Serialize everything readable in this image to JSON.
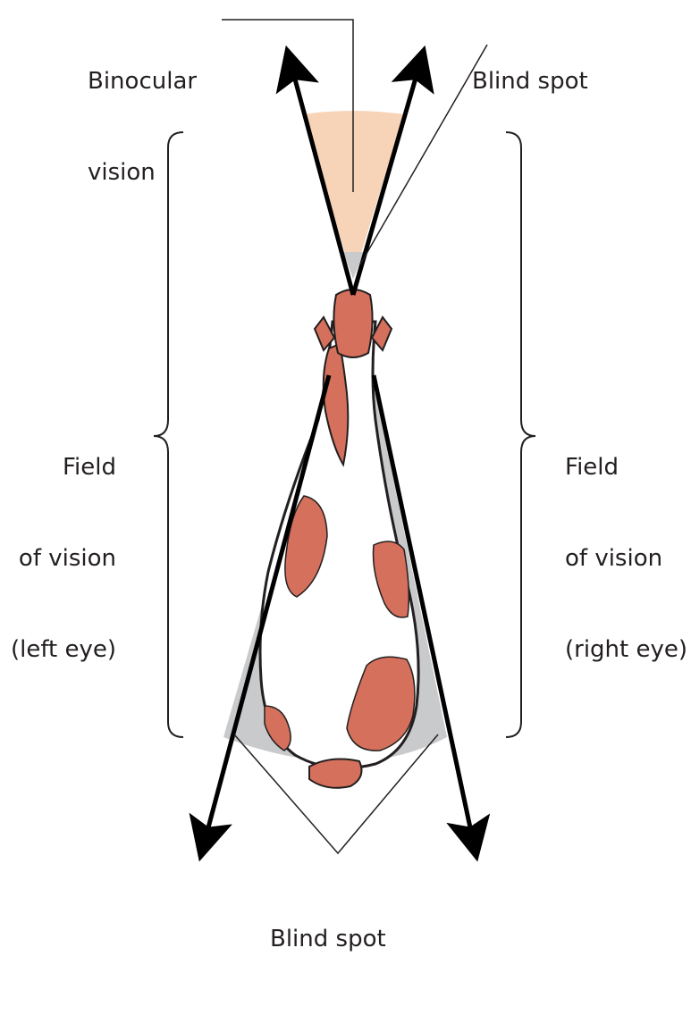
{
  "labels": {
    "binocular_line1": "Binocular",
    "binocular_line2": "vision",
    "blind_spot_top": "Blind spot",
    "field_left_line1": "Field",
    "field_left_line2": "of vision",
    "field_left_line3": "(left eye)",
    "field_right_line1": "Field",
    "field_right_line2": "of vision",
    "field_right_line3": "(right eye)",
    "blind_spot_bottom": "Blind spot"
  },
  "colors": {
    "binocular_zone": "#f7d3b8",
    "blind_zone": "#c9cacc",
    "coat_patch": "#d4705b",
    "outline": "#231f20",
    "body": "#ffffff"
  },
  "icons": {
    "subject": "horse-top-view-icon",
    "arrow": "arrow-icon"
  }
}
